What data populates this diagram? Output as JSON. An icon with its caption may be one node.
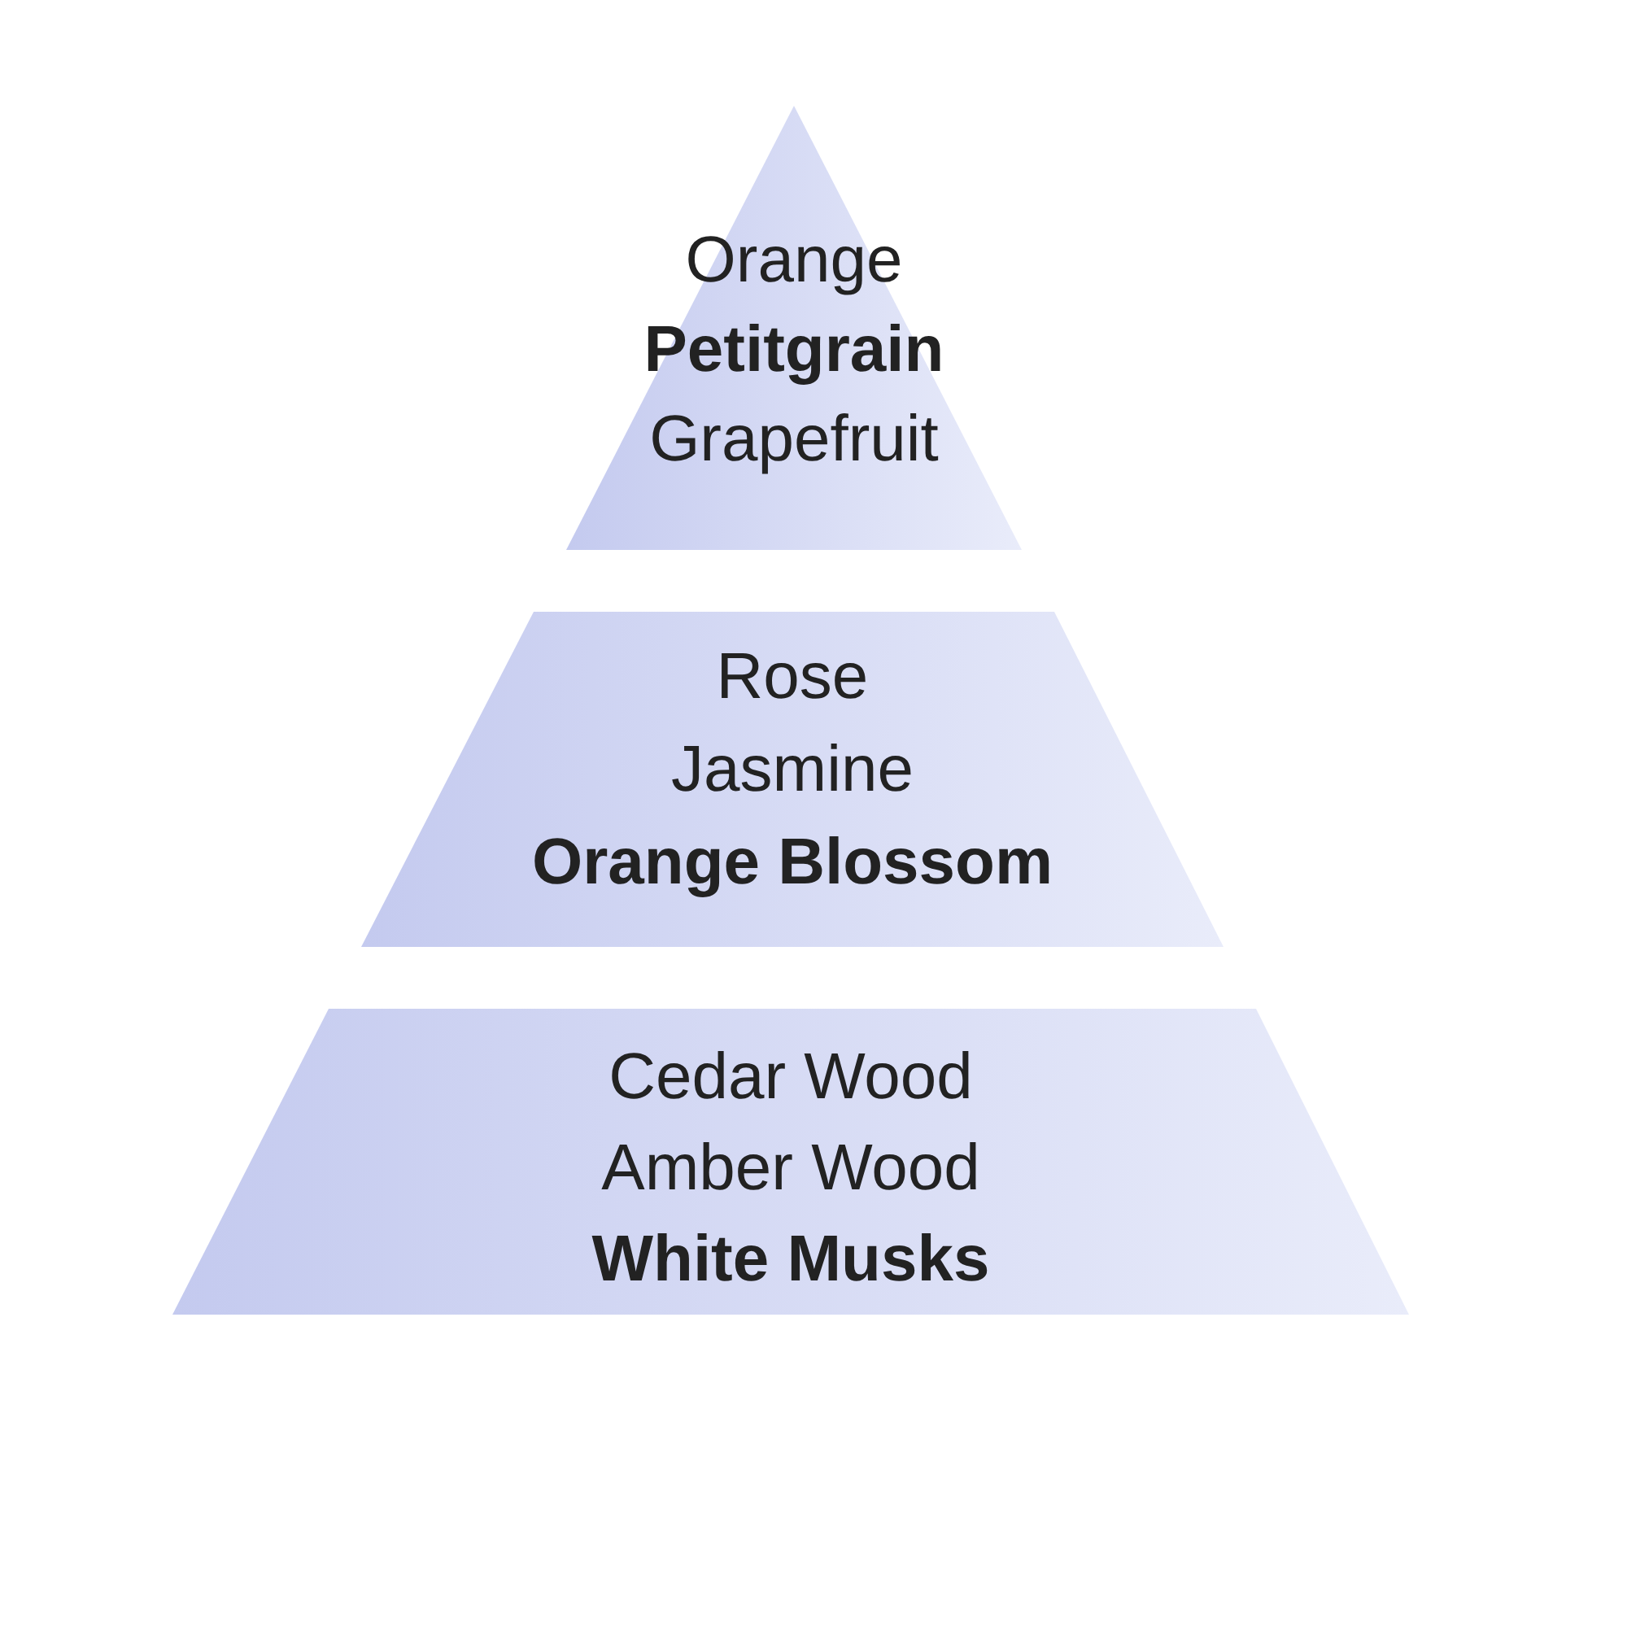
{
  "diagram": {
    "nodes": [
      {
        "text": [
          "Orange",
          "Petitgrain",
          "Grapefruit"
        ]
      },
      {
        "text": [
          "Rose",
          "Jasmine",
          "Orange Blossom"
        ]
      },
      {
        "text": [
          "Cedar Wood",
          "Amber Wood",
          "White Musks"
        ]
      }
    ]
  }
}
